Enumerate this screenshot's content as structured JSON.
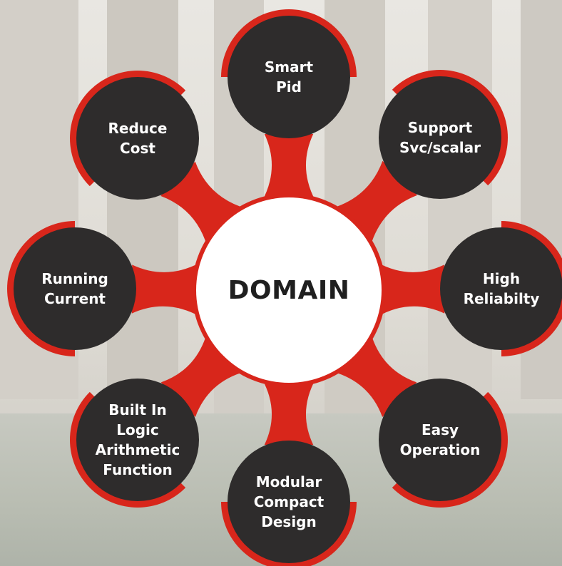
{
  "center": {
    "label": "DOMAIN"
  },
  "nodes": [
    {
      "lines": [
        "Smart",
        "Pid"
      ]
    },
    {
      "lines": [
        "Support",
        "Svc/scalar"
      ]
    },
    {
      "lines": [
        "High",
        "Reliabilty"
      ]
    },
    {
      "lines": [
        "Easy",
        "Operation"
      ]
    },
    {
      "lines": [
        "Modular",
        "Compact",
        "Design"
      ]
    },
    {
      "lines": [
        "Built In",
        "Logic",
        "Arithmetic",
        "Function"
      ]
    },
    {
      "lines": [
        "Running",
        "Current"
      ]
    },
    {
      "lines": [
        "Reduce",
        "Cost"
      ]
    }
  ],
  "colors": {
    "accent": "#d8261b",
    "node_fill": "#2e2c2c",
    "center_fill": "#ffffff",
    "center_ring": "#d8261b",
    "label_text": "#ffffff",
    "center_text": "#1f1f1f"
  }
}
